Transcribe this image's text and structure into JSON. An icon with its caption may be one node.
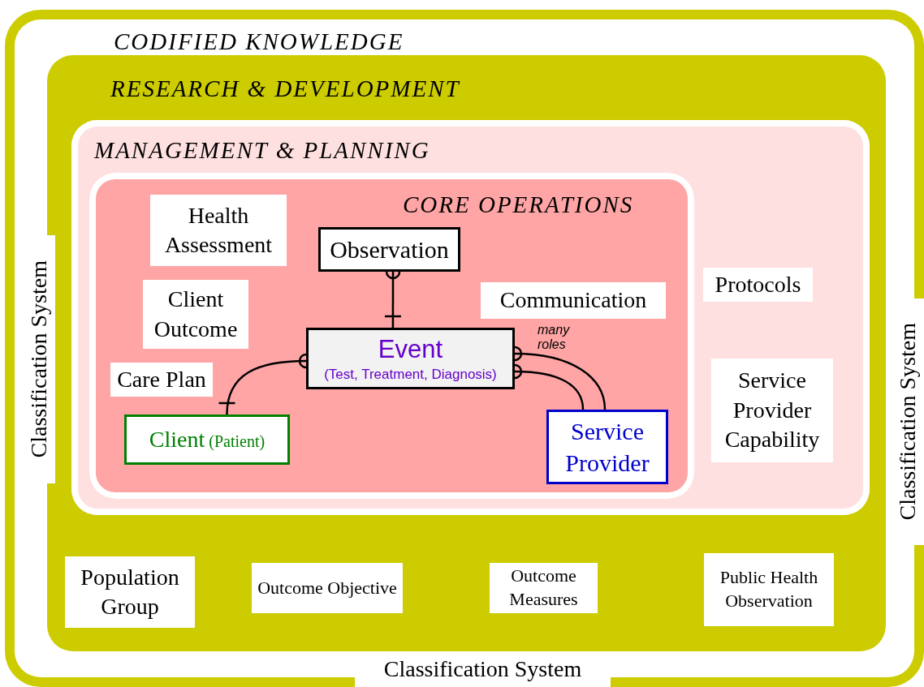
{
  "diagram": {
    "nodes": [
      {
        "text": [
          "CODIFIED KNOWLEDGE"
        ]
      },
      {
        "text": [
          "RESEARCH & DEVELOPMENT"
        ],
        "in": 0
      },
      {
        "text": [
          "MANAGEMENT & PLANNING"
        ],
        "in": 1
      },
      {
        "text": [
          "CORE OPERATIONS"
        ],
        "in": 2
      },
      {
        "text": [
          "Health Assessment"
        ],
        "in": 3
      },
      {
        "text": [
          "Observation"
        ],
        "in": 3
      },
      {
        "text": [
          "Client Outcome"
        ],
        "in": 3
      },
      {
        "text": [
          "Communication"
        ],
        "in": 3
      },
      {
        "text": [
          "Event",
          "(Test, Treatment, Diagnosis)"
        ],
        "in": 3
      },
      {
        "text": [
          "Care Plan"
        ],
        "in": 3
      },
      {
        "text": [
          "Client",
          "(Patient)"
        ],
        "in": 3
      },
      {
        "text": [
          "Service Provider"
        ],
        "in": 3
      },
      {
        "text": [
          "Protocols"
        ],
        "in": 2
      },
      {
        "text": [
          "Service Provider Capability"
        ],
        "in": 2
      },
      {
        "text": [
          "Population Group"
        ],
        "in": 1
      },
      {
        "text": [
          "Outcome Objective"
        ],
        "in": 1
      },
      {
        "text": [
          "Outcome Measures"
        ],
        "in": 1
      },
      {
        "text": [
          "Public Health Observation"
        ],
        "in": 1
      },
      {
        "text": [
          "Classification System"
        ],
        "in": 0
      },
      {
        "text": [
          "Classification System"
        ],
        "in": 0
      },
      {
        "text": [
          "Classification System"
        ],
        "in": 0
      }
    ],
    "edges": [
      {
        "from": 5,
        "to": 8,
        "arrow": "other"
      },
      {
        "from": 8,
        "to": 10,
        "arrow": "other"
      },
      {
        "from": 8,
        "to": 11,
        "arrow": "other",
        "label": "many roles"
      },
      {
        "from": 8,
        "to": 11,
        "arrow": "other"
      }
    ]
  }
}
